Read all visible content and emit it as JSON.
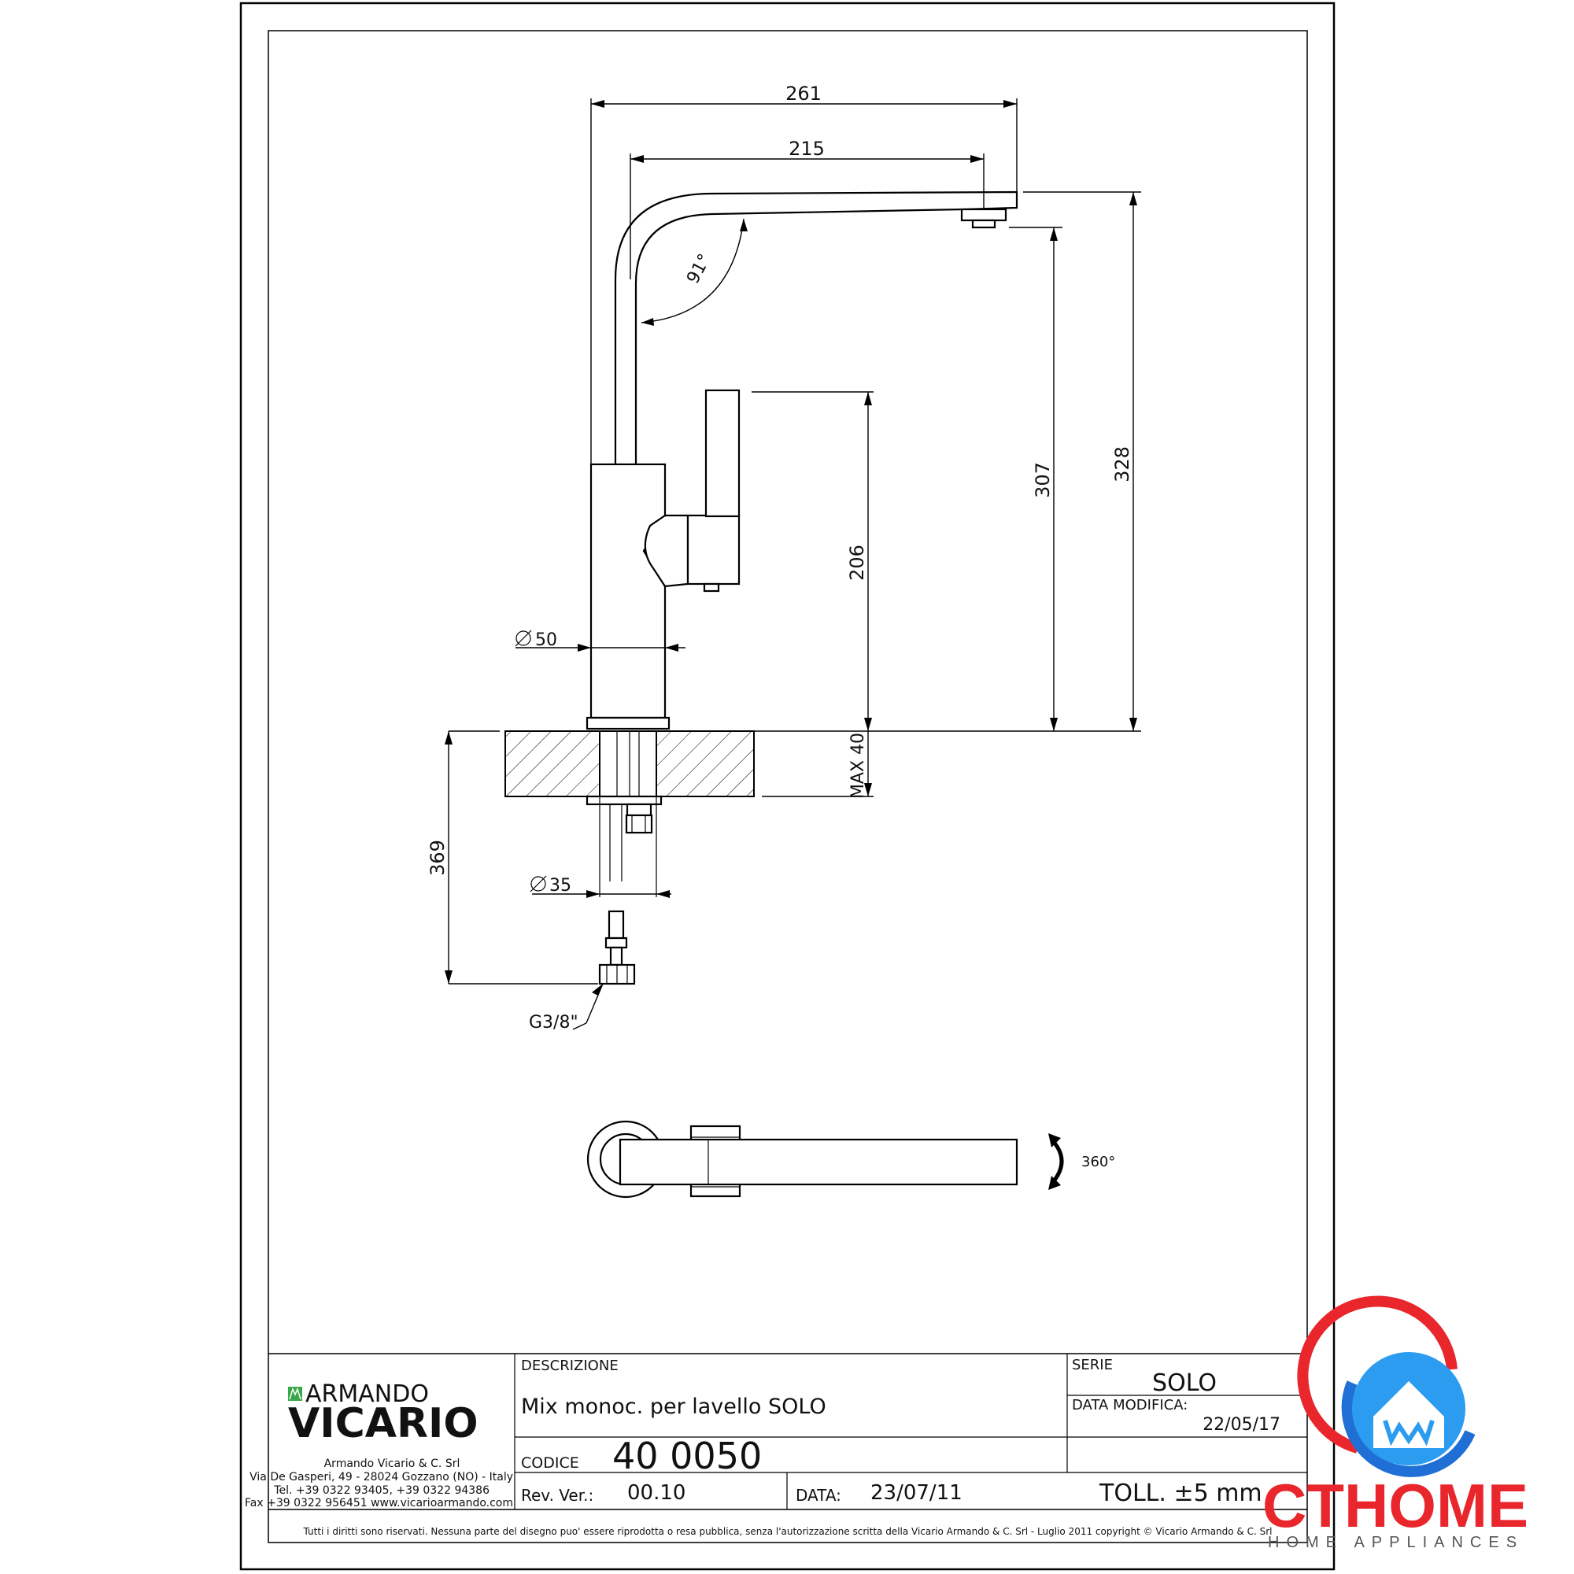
{
  "dimensions": {
    "overall_reach": "261",
    "spout_reach": "215",
    "spout_angle": "91°",
    "height_total": "328",
    "height_outlet": "307",
    "height_lever": "206",
    "body_diameter": "50",
    "deck_thickness": "MAX 40",
    "shank_length": "369",
    "shank_diameter": "35",
    "connection": "G3/8\"",
    "rotation": "360°"
  },
  "title_block": {
    "brand_line1": "ARMANDO",
    "brand_line2": "VICARIO",
    "company": "Armando Vicario & C. Srl",
    "address": "Via De Gasperi, 49 - 28024 Gozzano (NO) - Italy",
    "tel": "Tel. +39 0322 93405, +39 0322 94386",
    "fax": "Fax +39 0322 956451 www.vicarioarmando.com",
    "descrizione_label": "DESCRIZIONE",
    "descrizione": "Mix monoc. per lavello SOLO",
    "serie_label": "SERIE",
    "serie": "SOLO",
    "data_modifica_label": "DATA MODIFICA:",
    "data_modifica": "22/05/17",
    "codice_label": "CODICE",
    "codice": "40 0050",
    "rev_label": "Rev. Ver.:",
    "rev": "00.10",
    "data_label": "DATA:",
    "data": "23/07/11",
    "toll": "TOLL. ±5 mm",
    "copyright": "Tutti i diritti sono riservati. Nessuna parte del disegno puo' essere riprodotta o resa pubblica, senza l'autorizzazione scritta della Vicario Armando & C. Srl - Luglio 2011 copyright © Vicario Armando & C. Srl"
  },
  "watermark": {
    "text": "CTHOME",
    "subtext": "HOME APPLIANCES",
    "colors": {
      "red": "#e8262b",
      "blue": "#1f6fd6"
    }
  }
}
